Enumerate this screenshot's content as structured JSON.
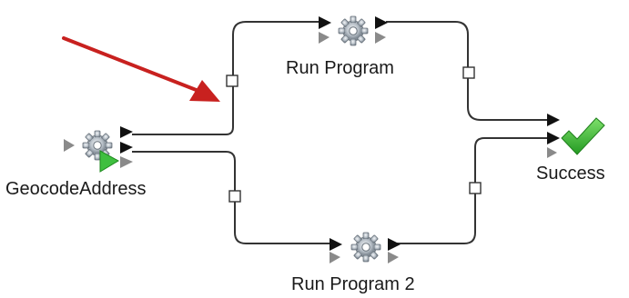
{
  "nodes": {
    "geocode": {
      "label": "GeocodeAddress",
      "icon": "gear-icon"
    },
    "run1": {
      "label": "Run Program",
      "icon": "gear-icon"
    },
    "run2": {
      "label": "Run Program 2",
      "icon": "gear-icon"
    },
    "success": {
      "label": "Success",
      "icon": "checkmark-icon"
    }
  },
  "colors": {
    "arrow": "#c8211f",
    "connector": "#333333",
    "port_dark": "#111111",
    "port_gray": "#8a8a8a",
    "port_green": "#3fbf3f",
    "check": "#2e9e2a"
  }
}
